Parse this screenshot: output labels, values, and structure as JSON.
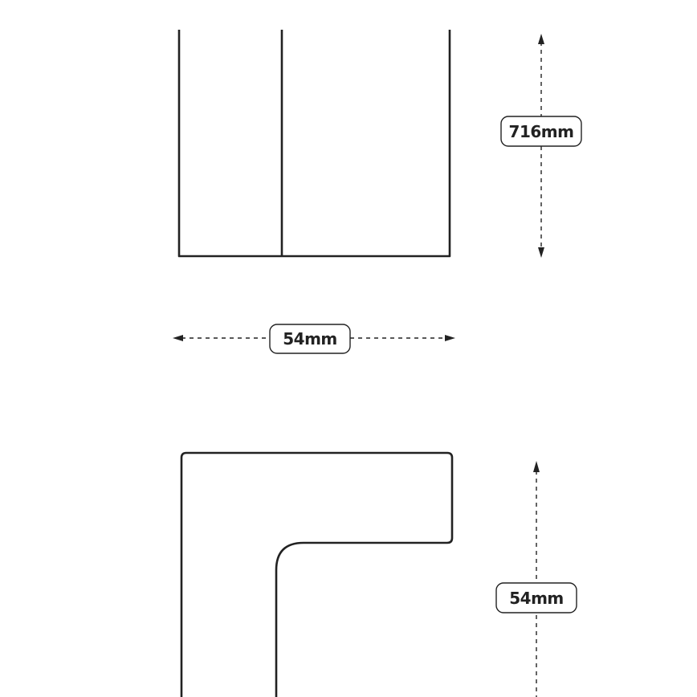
{
  "dimensions": {
    "front_height_label": "716mm",
    "width_label": "54mm",
    "profile_height_label": "54mm"
  },
  "colors": {
    "line": "#222222",
    "background": "#ffffff"
  }
}
